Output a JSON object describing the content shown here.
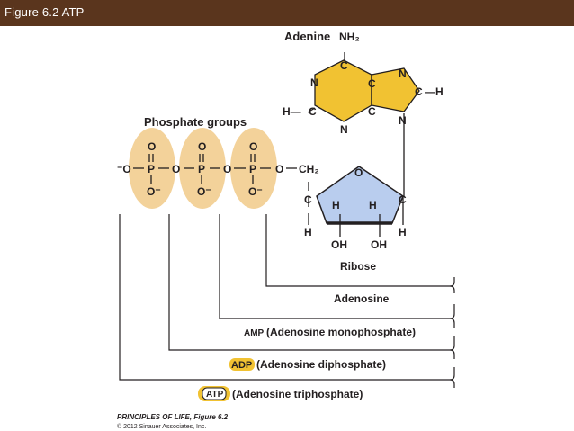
{
  "header": {
    "title": "Figure 6.2  ATP"
  },
  "colors": {
    "title_bar": "#5a351d",
    "adenine": "#f1c232",
    "ribose": "#b9cdee",
    "phosphate": "#f3d29a"
  },
  "labels": {
    "adenine": "Adenine",
    "phosphate_groups": "Phosphate groups",
    "ribose": "Ribose",
    "adenosine": "Adenosine",
    "amp_abbr": "AMP",
    "amp_full": "(Adenosine monophosphate)",
    "adp_abbr": "ADP",
    "adp_full": "(Adenosine diphosphate)",
    "atp_abbr": "ATP",
    "atp_full": "(Adenosine triphosphate)"
  },
  "credit": {
    "line1": "PRINCIPLES OF LIFE, Figure 6.2",
    "line2": "© 2012 Sinauer Associates, Inc."
  },
  "atoms": {
    "nh2": "NH₂",
    "N": "N",
    "C": "C",
    "H": "H",
    "O": "O",
    "P": "P",
    "o_minus_left": "⁻O",
    "o_minus": "O⁻",
    "ch2": "CH₂",
    "oh": "OH",
    "h_dash": "H—",
    "dash_h": "—H",
    "bond_h": "—",
    "double_bond": "‖"
  }
}
